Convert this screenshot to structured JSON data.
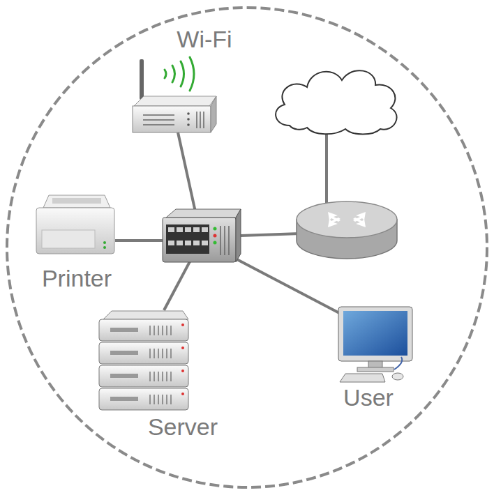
{
  "diagram": {
    "nodes": [
      {
        "text": [
          "Wi-Fi"
        ]
      },
      {
        "text": [
          "Printer"
        ]
      },
      {
        "text": [
          "Server"
        ]
      },
      {
        "text": [
          "User"
        ]
      }
    ]
  }
}
